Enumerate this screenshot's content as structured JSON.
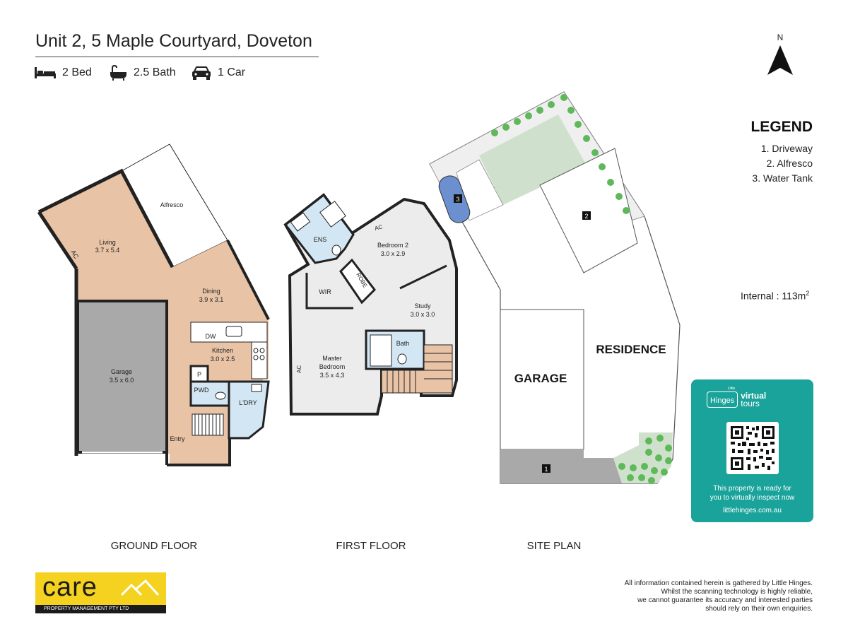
{
  "header": {
    "title": "Unit 2, 5 Maple Courtyard, Doveton",
    "features": [
      {
        "icon": "bed-icon",
        "label": "2 Bed"
      },
      {
        "icon": "bath-icon",
        "label": "2.5 Bath"
      },
      {
        "icon": "car-icon",
        "label": "1 Car"
      }
    ]
  },
  "compass": {
    "label": "N"
  },
  "legend": {
    "title": "LEGEND",
    "items": [
      "1. Driveway",
      "2. Alfresco",
      "3. Water Tank"
    ]
  },
  "internal_area": {
    "label": "Internal  : 113m",
    "unit_sup": "2"
  },
  "ground_floor": {
    "label": "GROUND FLOOR",
    "rooms": {
      "living_name": "Living",
      "living_dim": "3.7 x 5.4",
      "alfresco_name": "Alfresco",
      "ac": "AC",
      "dining_name": "Dining",
      "dining_dim": "3.9 x 3.1",
      "dw": "DW",
      "kitchen_name": "Kitchen",
      "kitchen_dim": "3.0 x 2.5",
      "garage_name": "Garage",
      "garage_dim": "3.5 x 6.0",
      "pantry": "P",
      "pwd": "PWD",
      "laundry": "L'DRY",
      "entry": "Entry"
    }
  },
  "first_floor": {
    "label": "FIRST FLOOR",
    "rooms": {
      "ens": "ENS",
      "bed2_name": "Bedroom 2",
      "bed2_dim": "3.0 x 2.9",
      "ac": "AC",
      "wir": "WIR",
      "robe": "ROBE",
      "study_name": "Study",
      "study_dim": "3.0 x 3.0",
      "bath": "Bath",
      "master_name": "Master",
      "master_name2": "Bedroom",
      "master_dim": "3.5 x 4.3"
    }
  },
  "site_plan": {
    "label": "SITE PLAN",
    "garage": "GARAGE",
    "residence": "RESIDENCE",
    "markers": [
      "1",
      "2",
      "3"
    ]
  },
  "tour_card": {
    "brand_small": "Little",
    "brand_main": "Hinges",
    "brand_virtual": "virtual",
    "brand_tours": "tours",
    "message_line1": "This property is ready for",
    "message_line2": "you to virtually inspect now",
    "url": "littlehinges.com.au"
  },
  "logo": {
    "word": "care",
    "tagline": "PROPERTY MANAGEMENT PTY LTD"
  },
  "disclaimer": [
    "All information contained herein is gathered by Little Hinges.",
    "Whilst the scanning technology is highly reliable,",
    "we cannot guarantee its accuracy and interested parties",
    "should rely on their own enquiries."
  ],
  "colors": {
    "wood": "#e8c3a6",
    "garage_grey": "#a9a9a9",
    "wet_blue": "#d2e6f4",
    "tiles": "#ececec",
    "lawn": "#cfe1cc",
    "shrub": "#5fb85a",
    "teal": "#1aa39a",
    "logo_yellow": "#f5d21f"
  }
}
